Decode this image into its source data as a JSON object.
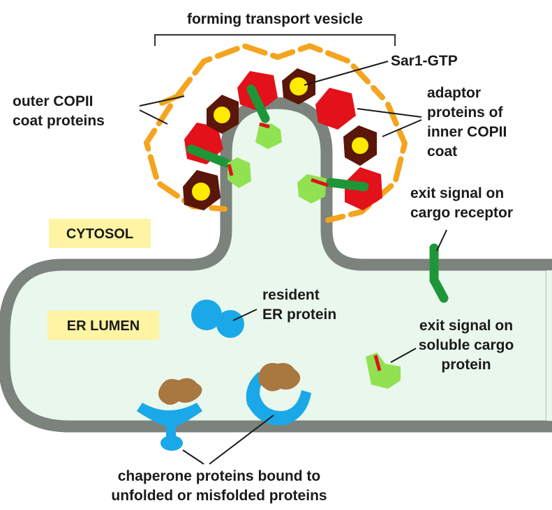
{
  "title": "forming transport vesicle",
  "regions": {
    "cytosol": "CYTOSOL",
    "er_lumen": "ER LUMEN"
  },
  "labels": {
    "sar1": "Sar1-GTP",
    "outer_coat": [
      "outer COPII",
      "coat proteins"
    ],
    "adaptor": [
      "adaptor",
      "proteins of",
      "inner COPII",
      "coat"
    ],
    "exit_receptor": [
      "exit signal on",
      "cargo receptor"
    ],
    "resident": [
      "resident",
      "ER protein"
    ],
    "exit_soluble": [
      "exit signal on",
      "soluble cargo",
      "protein"
    ],
    "chaperone": [
      "chaperone proteins bound to",
      "unfolded or misfolded proteins"
    ]
  },
  "colors": {
    "membrane": "#7c827c",
    "lumen": "#e9f7ec",
    "outer_coat": "#f4a41e",
    "adaptor_red": "#e3111a",
    "adaptor_brown": "#5a1608",
    "sar1_yellow": "#ffea00",
    "cargo_receptor": "#1e9638",
    "cargo_light": "#90e250",
    "exit_signal": "#e0101e",
    "resident": "#1aa8e8",
    "chaperone": "#1aa8e8",
    "misfolded": "#a87840",
    "region_tag": "#fff4a3"
  }
}
